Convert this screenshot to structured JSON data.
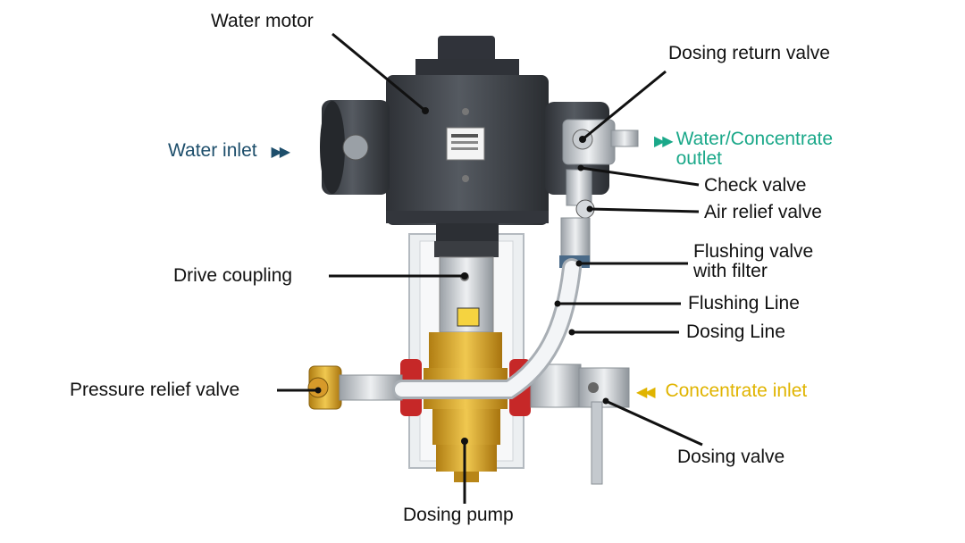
{
  "labels": {
    "water_motor": "Water motor",
    "dosing_return_valve": "Dosing return valve",
    "water_inlet": "Water inlet",
    "water_concentrate_outlet": "Water/Concentrate outlet",
    "check_valve": "Check valve",
    "air_relief_valve": "Air relief valve",
    "flushing_valve_with_filter": "Flushing valve with filter",
    "drive_coupling": "Drive coupling",
    "flushing_line": "Flushing Line",
    "dosing_line": "Dosing Line",
    "pressure_relief_valve": "Pressure relief valve",
    "concentrate_inlet": "Concentrate inlet",
    "dosing_valve": "Dosing valve",
    "dosing_pump": "Dosing pump"
  },
  "colors": {
    "inlet_blue": "#1d4e6b",
    "outlet_green": "#1aa889",
    "concentrate_yellow": "#e0b400",
    "motor_dark": "#3b3e44",
    "brass": "#e2b23a",
    "clamp_red": "#c62828"
  },
  "icons": {
    "flow_in": "double-chevron-right-icon",
    "flow_concentrate": "double-chevron-left-icon"
  }
}
